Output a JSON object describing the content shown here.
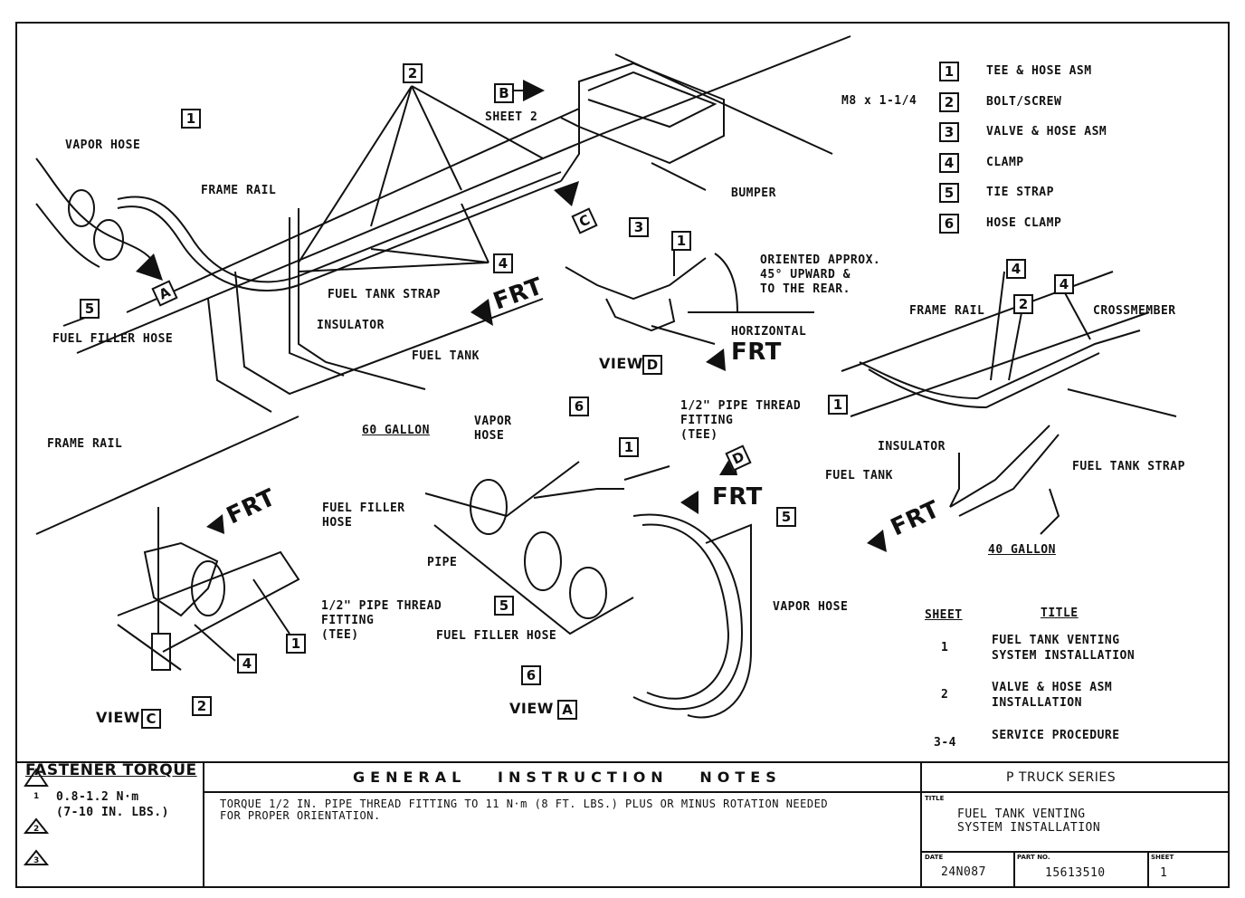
{
  "legend": [
    {
      "num": "1",
      "label": "TEE & HOSE ASM"
    },
    {
      "num": "2",
      "label": "BOLT/SCREW"
    },
    {
      "num": "3",
      "label": "VALVE & HOSE ASM"
    },
    {
      "num": "4",
      "label": "CLAMP"
    },
    {
      "num": "5",
      "label": "TIE STRAP"
    },
    {
      "num": "6",
      "label": "HOSE CLAMP"
    }
  ],
  "labels": {
    "vapor_hose": "VAPOR HOSE",
    "frame_rail": "FRAME RAIL",
    "fuel_filler_hose": "FUEL FILLER HOSE",
    "fuel_tank_strap": "FUEL TANK STRAP",
    "insulator": "INSULATOR",
    "fuel_tank": "FUEL TANK",
    "gallon_60": "60 GALLON",
    "gallon_40": "40 GALLON",
    "bumper": "BUMPER",
    "sheet2": "SHEET 2",
    "m8": "M8 x 1-1/4",
    "oriented_1": "ORIENTED APPROX.",
    "oriented_2": "45° UPWARD &",
    "oriented_3": "TO THE REAR.",
    "horizontal": "HORIZONTAL",
    "crossmember": "CROSSMEMBER",
    "pipe_thread_1": "1/2\" PIPE THREAD",
    "fitting": "FITTING",
    "tee": "(TEE)",
    "vapor": "VAPOR",
    "hose": "HOSE",
    "fuel_filler": "FUEL FILLER",
    "pipe": "PIPE",
    "frt": "FRT",
    "view": "VIEW",
    "frame_rail_c": "FRAME RAIL"
  },
  "callouts": {
    "a": "A",
    "b": "B",
    "c": "C",
    "d": "D"
  },
  "sheet_table": {
    "header_sheet": "SHEET",
    "header_title": "TITLE",
    "rows": [
      {
        "sheet": "1",
        "title1": "FUEL TANK VENTING",
        "title2": "SYSTEM INSTALLATION"
      },
      {
        "sheet": "2",
        "title1": "VALVE & HOSE ASM",
        "title2": "INSTALLATION"
      },
      {
        "sheet": "3-4",
        "title1": "SERVICE PROCEDURE",
        "title2": ""
      }
    ]
  },
  "title_block": {
    "fastener_torque": "FASTENER TORQUE",
    "torque_1": "0.8-1.2 N·m",
    "torque_1b": "(7-10 IN. LBS.)",
    "general_notes": "GENERAL   INSTRUCTION   NOTES",
    "note_line1": "TORQUE 1/2 IN. PIPE THREAD FITTING TO 11 N·m (8 FT. LBS.) PLUS OR MINUS ROTATION NEEDED",
    "note_line2": "FOR PROPER ORIENTATION.",
    "series": "P TRUCK SERIES",
    "title_label": "TITLE",
    "title1": "FUEL TANK VENTING",
    "title2": "SYSTEM INSTALLATION",
    "date_label": "DATE",
    "date": "24N087",
    "part_label": "PART NO.",
    "part": "15613510",
    "sheet_label": "SHEET",
    "sheet": "1"
  }
}
